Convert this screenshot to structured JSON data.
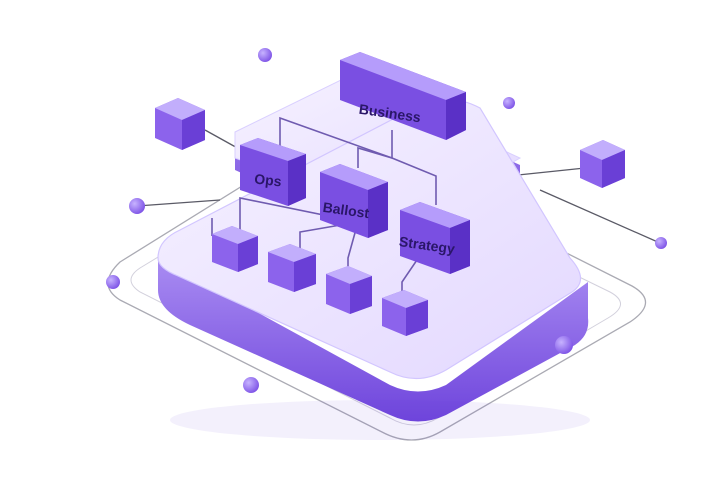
{
  "illustration": {
    "boxes": {
      "top": "Business",
      "left": "Ops",
      "middle": "Ballost",
      "right": "Strategy"
    },
    "colors": {
      "accent": "#8a63e8",
      "accent_dark": "#6a3fd6",
      "platform": "#ece5ff"
    }
  }
}
